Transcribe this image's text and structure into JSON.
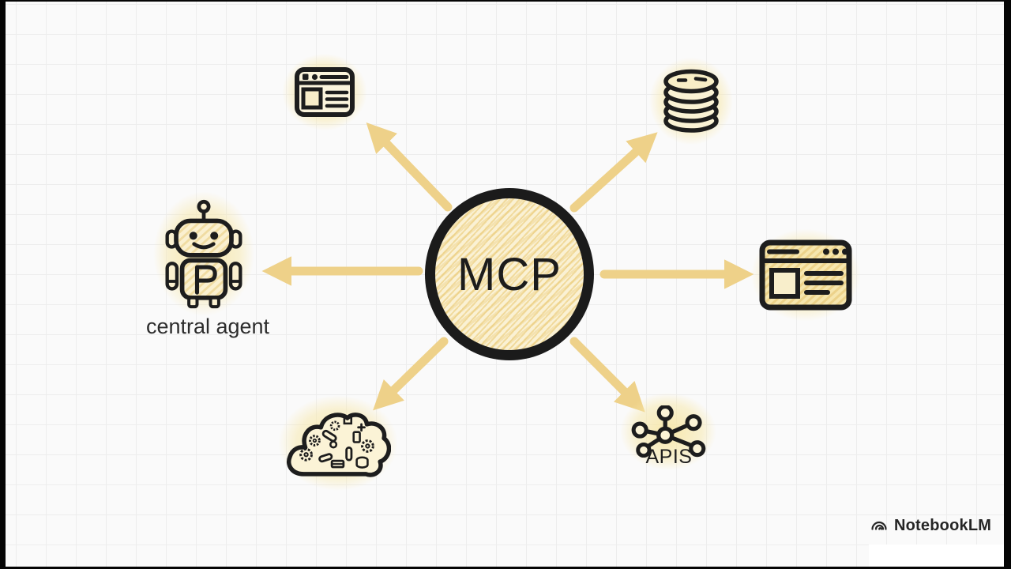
{
  "canvas": {
    "background": "#fafafa",
    "grid_color": "#ededed"
  },
  "diagram": {
    "center": {
      "label": "MCP"
    },
    "nodes": [
      {
        "id": "web-app",
        "icon": "browser-window-icon"
      },
      {
        "id": "database",
        "icon": "database-icon"
      },
      {
        "id": "central-agent",
        "icon": "robot-icon",
        "label": "central agent",
        "chest_letter": "P"
      },
      {
        "id": "web-page",
        "icon": "browser-page-icon"
      },
      {
        "id": "cloud-tools",
        "icon": "cloud-tools-icon"
      },
      {
        "id": "apis",
        "icon": "api-network-icon",
        "label": "APIS"
      }
    ],
    "colors": {
      "ink": "#1d1d1d",
      "arrow_gold": "#eed189",
      "fill_cream": "#fbf3d9",
      "fill_gold_hatch": "#f0d79c",
      "glow": "#f7e7a8"
    }
  },
  "watermark": {
    "label": "NotebookLM"
  }
}
